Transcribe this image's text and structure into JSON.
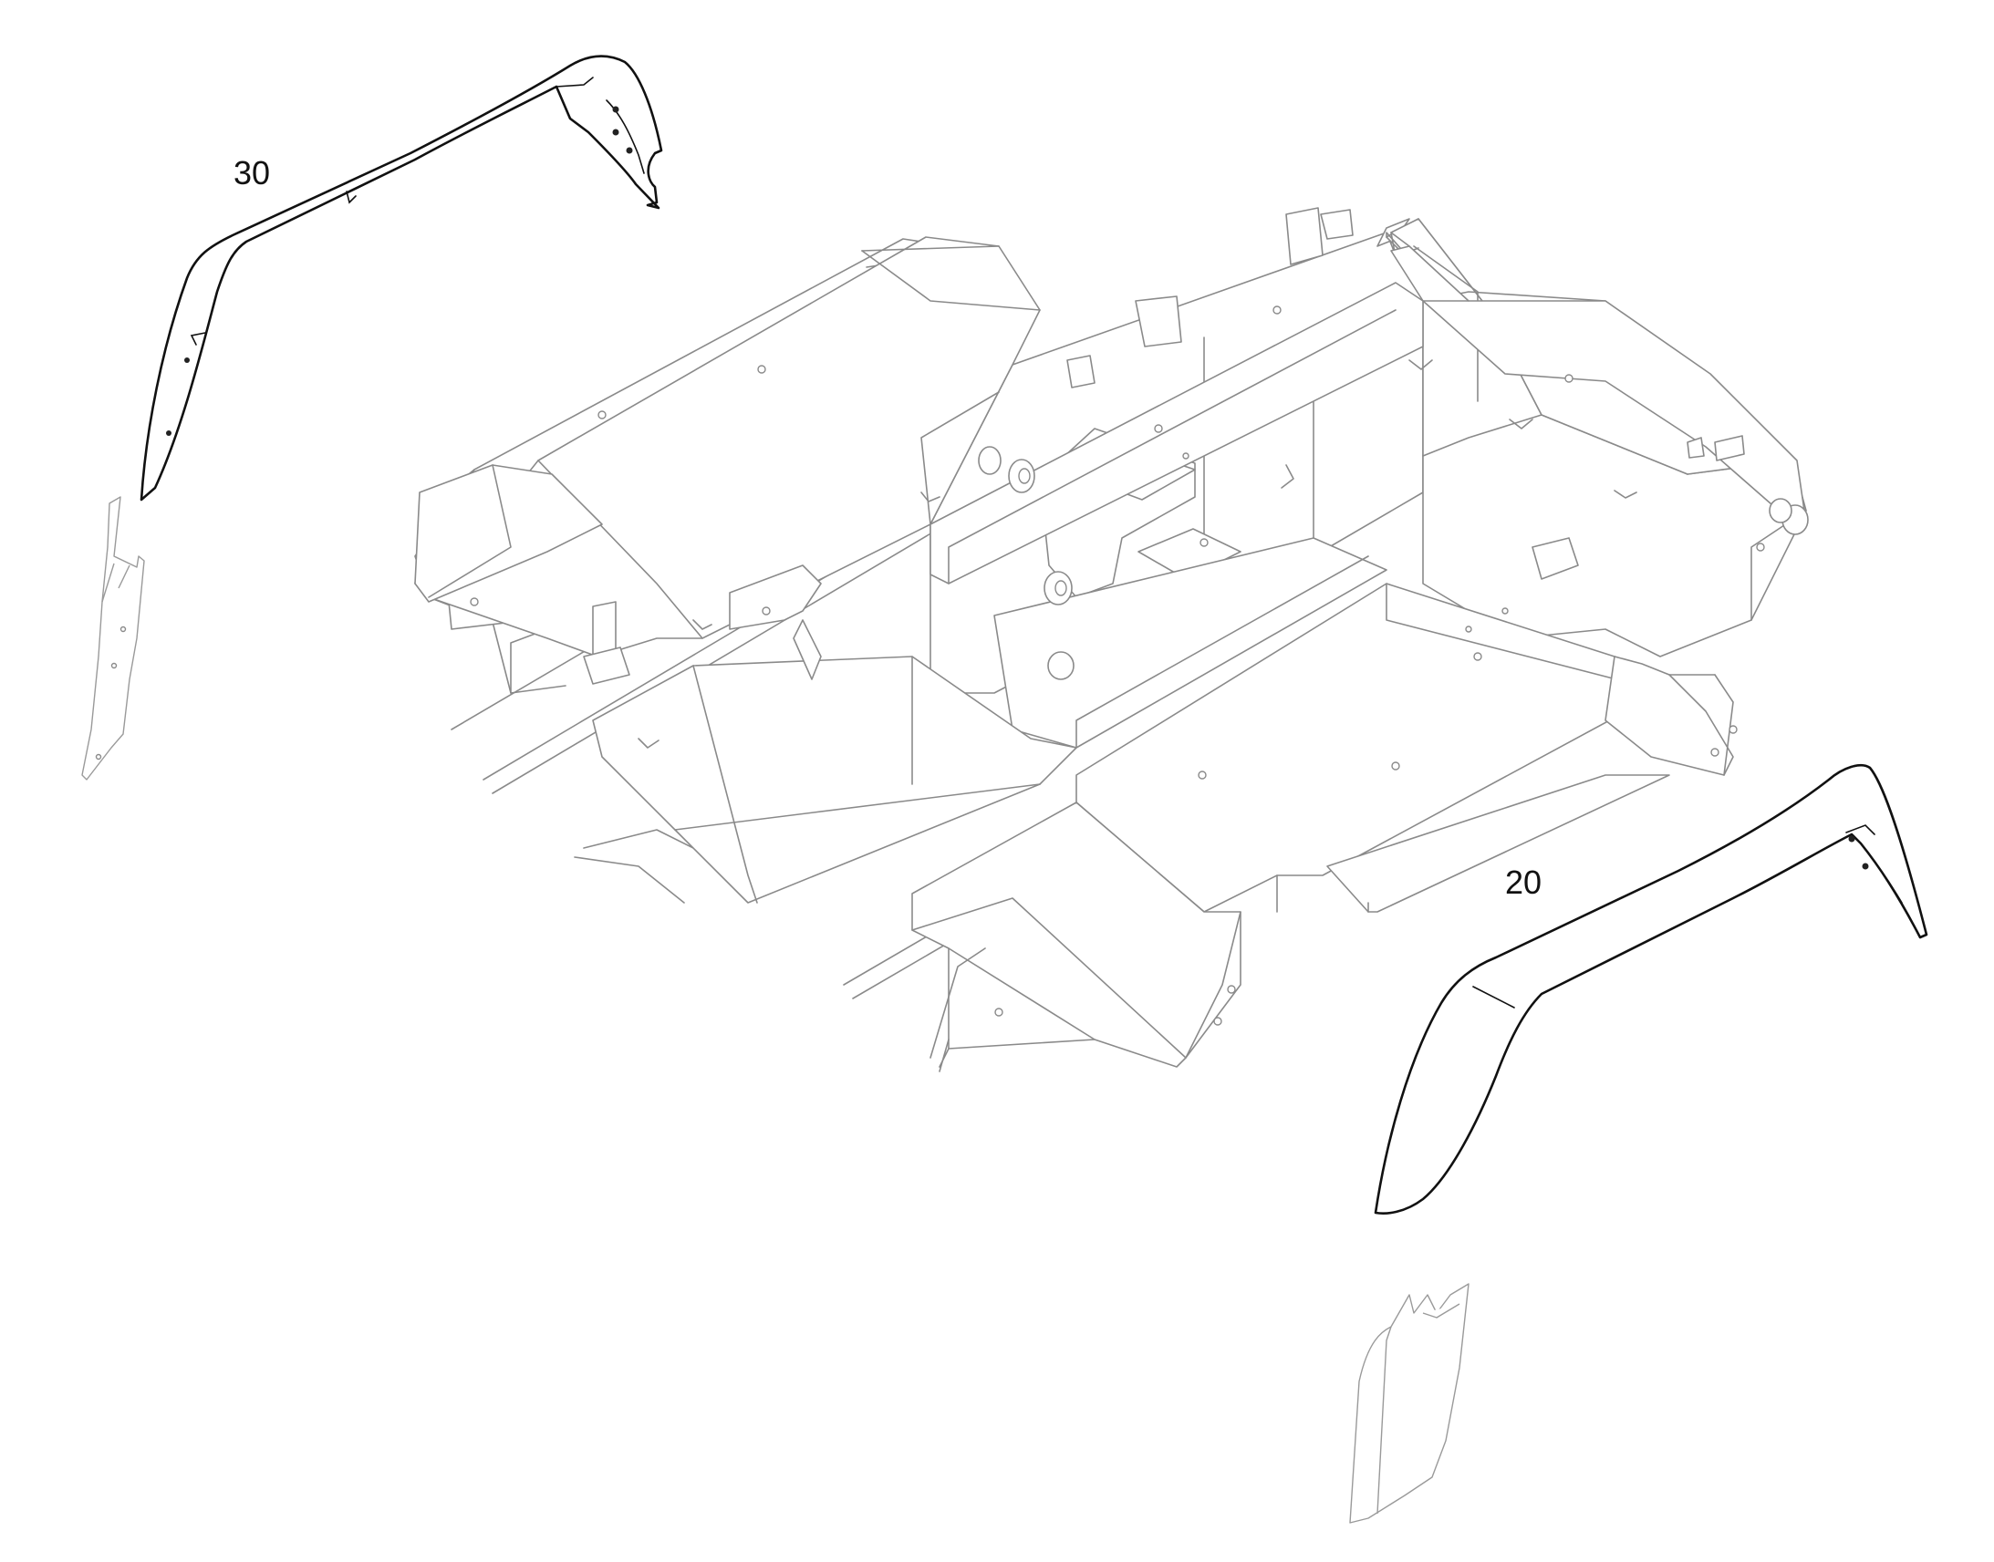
{
  "callouts": [
    {
      "id": "30",
      "label": "30"
    },
    {
      "id": "20",
      "label": "20"
    }
  ],
  "colors": {
    "frame_stroke": "#8a8a8a",
    "part_stroke": "#111111",
    "background": "#ffffff"
  }
}
